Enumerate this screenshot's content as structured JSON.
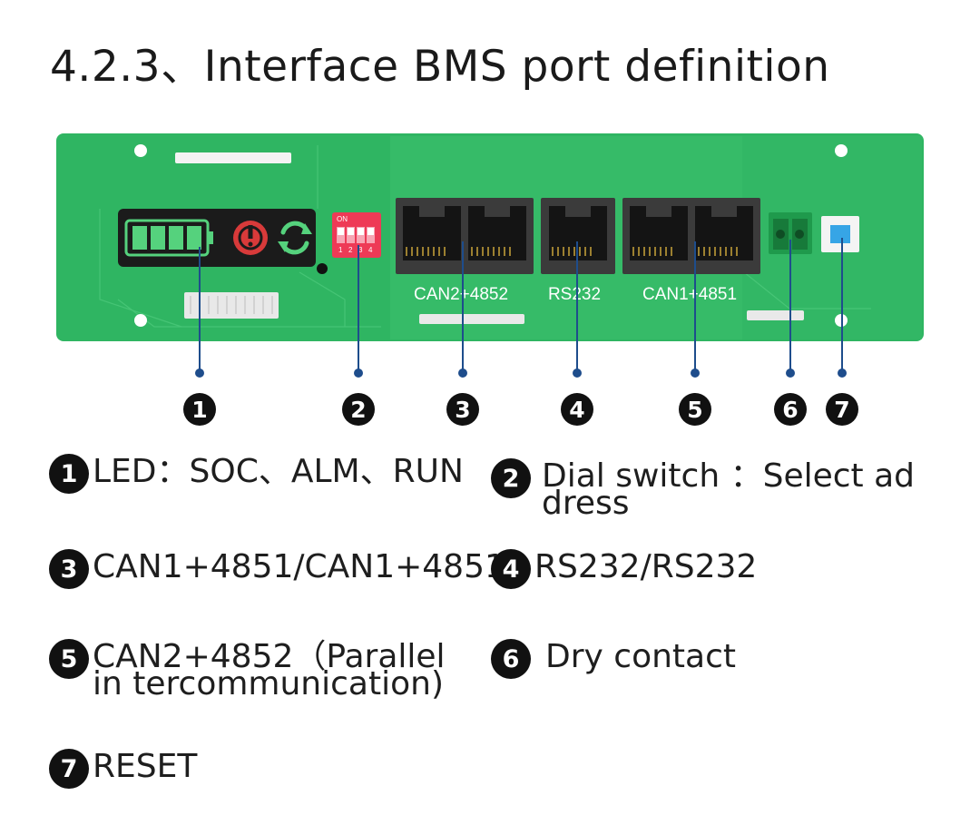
{
  "title": "4.2.3、Interface BMS port definition",
  "board": {
    "port_labels": {
      "can2": "CAN2+4852",
      "rs232": "RS232",
      "can1": "CAN1+4851"
    },
    "dip_on": "ON",
    "dip_numbers": [
      "1",
      "2",
      "3",
      "4"
    ]
  },
  "callouts": [
    "1",
    "2",
    "3",
    "4",
    "5",
    "6",
    "7"
  ],
  "legend": [
    {
      "num": "1",
      "text": "LED：SOC、ALM、RUN"
    },
    {
      "num": "2",
      "text": "Dial switch ：Select ad dress"
    },
    {
      "num": "3",
      "text": "CAN1+4851/CAN1+4851"
    },
    {
      "num": "4",
      "text": "RS232/RS232"
    },
    {
      "num": "5",
      "text": "CAN2+4852（Parallel in tercommunication)"
    },
    {
      "num": "6",
      "text": "Dry contact"
    },
    {
      "num": "7",
      "text": "RESET"
    }
  ],
  "colors": {
    "board": "#2fb562",
    "board_light": "#43c472",
    "connector_body": "#3b3b3b",
    "dip_switch": "#ee3a56",
    "terminal": "#1f9a4c",
    "reset_button": "#36a5e6",
    "leader_line": "#1e4d8c"
  }
}
